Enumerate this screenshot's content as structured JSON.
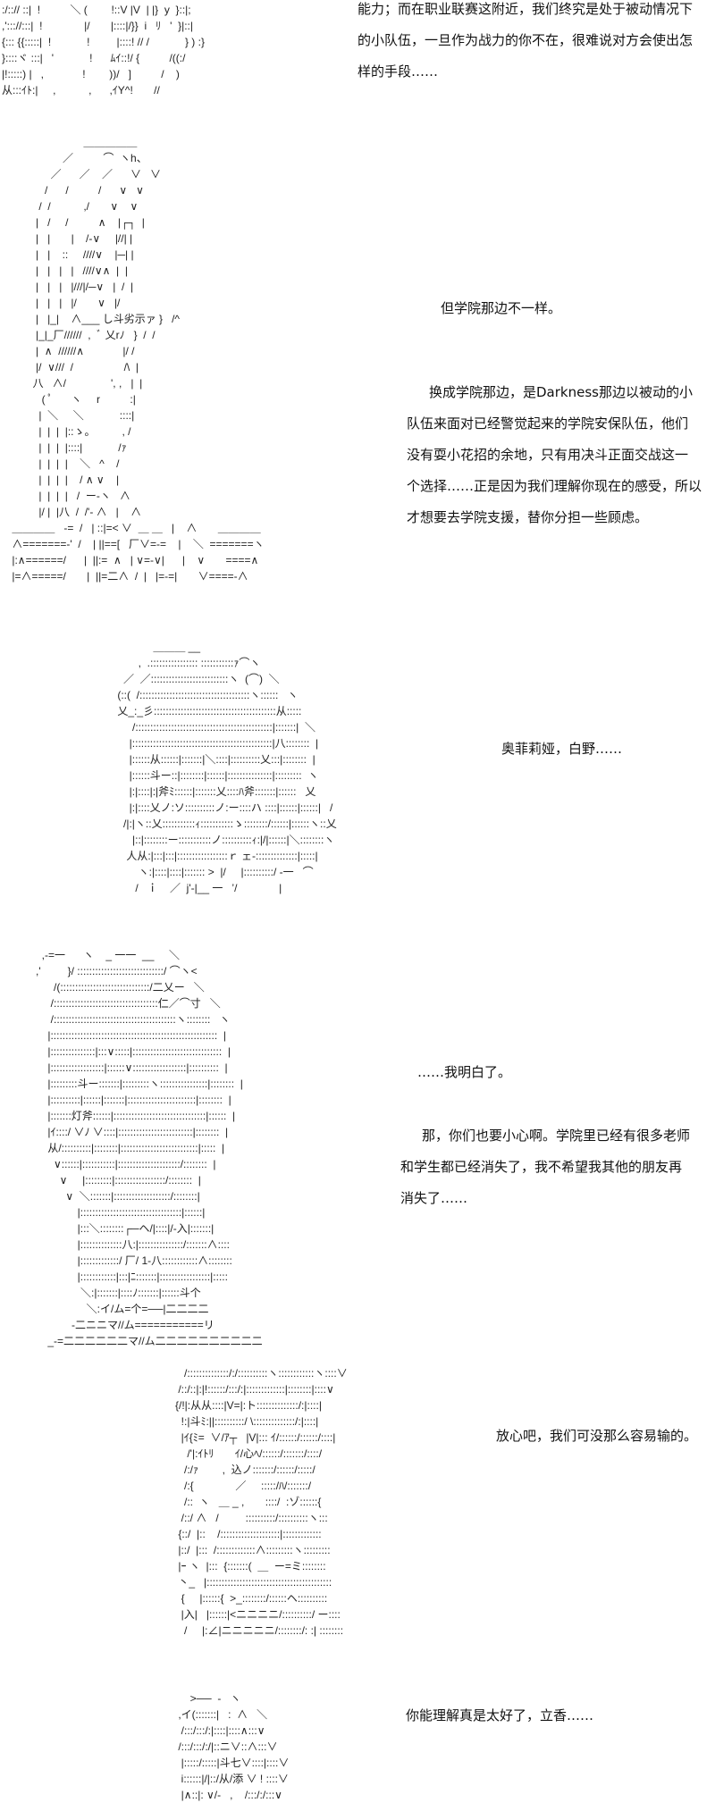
{
  "dialogue": {
    "top": [
      "能力；而在职业联赛这附近，我们终究是处于被动情况下",
      "的小队伍，一旦作为战力的你不在，很难说对方会使出怎",
      "样的手段……"
    ],
    "academy_diff": "但学院那边不一样。",
    "academy_para": [
      "换成学院那边，是Darkness那边以被动的小",
      "队伍来面对已经警觉起来的学院安保队伍，他们",
      "没有耍小花招的余地，只有用决斗正面交战这一",
      "个选择……正是因为我们理解你现在的感受，所以",
      "才想要去学院支援，替你分担一些顾虑。"
    ],
    "names": "奥菲莉娅，白野……",
    "understood": "……我明白了。",
    "careful_para": [
      "那，你们也要小心啊。学院里已经有很多老师",
      "和学生都已经消失了，我不希望我其他的朋友再",
      "消失了……"
    ],
    "reassure": "放心吧，我们可没那么容易输的。",
    "glad": "你能理解真是太好了，立香……"
  },
  "art": {
    "block0": [
      ":/::// ::|  !          ＼ (        !::V |V  | |}  y  }::|;",
      ",'::://:::|  !              |/       |::::|/}}  i   ﾘ   '  }|::|",
      "{::: {{:::::|  !            !         |::::! // /            } ) :}",
      "}::::ヾ :::|   '            !      ﾑｲ::!/ {          /((:/",
      "|!:::::) |   ,             !        ))/   ]          /    )",
      "从:::ｲﾄ:|     ,           ,      ,ｲY^!       //"
    ],
    "block1": [
      "                         ＿＿＿＿＿",
      "                  ／          ⌒  ヽh、",
      "              ／      ／    ／      ∨   ∨",
      "            /      /          /      ∨   ∨",
      "          /  /           ,/       ∨    ∨",
      "         |   /     /          ∧    |┌┐  |",
      "         |   |       |    /-∨     |//| |",
      "         |   |    ::     ////∨    |─| |",
      "         |   |   |   |   ////∨∧  |  |",
      "         |   |   |   |///|/─∨   |  /  |",
      "         |   |   |   |/       ∨   |/",
      "         |   |_|    ∧___ し斗劣示ァ }   /^",
      "         |_|_厂//////  ,  ﾞ 乂rﾉ   }  /  /",
      "         |  ∧  //////∧             |/ /",
      "         |/  ∨///  /                 /\\  |",
      "        八   ∧/               ', ,   |  |",
      "           ( ﾟ      ヽ     r          :|",
      "          |  ＼     ＼            ::::|",
      "          |  |  |  |::ゝ。         , /",
      "          |  |  |  |::::|            /ｧ",
      "          |  |  |  |    ＼   ^    /",
      "          |  |  |  |    / ∧ ∨    |",
      "          |  |  |  |   /  ー-ヽ   ∧",
      "          |/ |  |八  /  /'- ∧   |    ∧",
      " ＿＿＿＿   -=  /   | ::|=< ∨  ＿ ＿   |    ∧       ＿＿＿＿",
      " ∧=======-'  /    | ||==[   厂∨=-=    |    ＼  =======ヽ",
      " |:∧======/      |  ||:=  ∧   | ∨=-∨|      |    ∨       ====∧",
      " |=∧=====/       |  ||=二∧  /  |   |=-=|       ∨====-∧"
    ],
    "block2": [
      "             ＿＿＿ __ ",
      "        ,  .:::::::::::::::: :::::::::::ｧ⌒ヽ",
      "   ／  ／::::::::::::::::::::::::::ヽ  (⌒)  ＼",
      " (::(  /:::::::::::::::::::::::::::::::::::::ヽ::::::   ヽ",
      " 乂_:_彡:::::::::::::::::::::::::::::::::::::::::从:::::",
      "      /::::::::::::::::::::::::::::::::::::::::::::::|:::::::|  ＼",
      "     |:::::::::::::::::::::::::::::::::::::::::::::::|八::::::::  |",
      "     |::::::从::::::|:::::::|＼::::|::::::::::乂:::|::::::::  |",
      "     |::::::斗ー::|::::::::|::::::|:::::::::::::::|:::::::::  ヽ",
      "     |:|::::|:|斧ﾐ::::::|:::::::乂::::ﾊ斧:::::::|::::::   乂",
      "     |:|::::乂ノ:ソ::::::::::ノ:ー::::ハ ::::|::::::|::::::|   /",
      "   /|:|ヽ::乂:::::::::::ｨ:::::::::::ゝ::::::::/::::::|::::::ヽ::乂",
      "      |::|::::::::ー:::::::::::ノ::::::::::ｨ:|/|::::::|＼::::::::ヽ",
      "    人从:|:::|:::|:::::::::::::::::ｒ ェ-::::::::::::::|:::::|",
      "        ヽ:|::::|::::|::::::: >  |/     |::::::::::/ -一   ⌒",
      "       /   ｉ    ／  j'-|__ 一   ’/              |"
    ],
    "block3": [
      "        ,-=一      ヽ    _ 一一  __     ＼",
      "      ,'         }/ :::::::::::::::::::::::::::::/ ⌒ヽ<",
      "            /(::::::::::::::::::::::::::::::/二乂ー   ＼",
      "           /:::::::::::::::::::::::::::::::::::仁／⌒寸   ＼",
      "           /:::::::::::::::::::::::::::::::::::::::::ヽ::::::::   ヽ",
      "          |::::::::::::::::::::::::::::::::::::::::::::::::::::::::  |",
      "          |:::::::::::::::|:::∨:::::|::::::::::::::::::::::::::::::  |",
      "          |::::::::::::::::::|::::::∨::::::::::::::::::|::::::::::  |",
      "          |:::::::::斗ー:::::::|:::::::::ヽ::::::::::::::::|::::::::  |",
      "          |::::::::::|::::::|:::::::|:::::::::::::::::::::::|::::::::  |",
      "          |:::::::灯斧::::::|:::::::::::::::::::::::::::::::|::::::  |",
      "          |ｲ::::/ ∨ﾉ ∨::::|:::::::::::::::::::::::::|::::::::  |",
      "          从/::::::::::|::::::::|::::::::::::::::::::::::::|:::::  |",
      "            ∨::::::|:::::::::::|:::::::::::::::::::::/::::::::  |",
      "              ∨     |:::::::::|:::::::::::::::::/::::::::  |",
      "                ∨  ＼:::::::|:::::::::::::::::::/::::::::|",
      "                    |::::::::::::::::::::::::::::::::::|::::::|",
      "                    |:::＼::::::::┌─ヘ/|::::|/-入|:::::::|",
      "                    |::::::::::::::八:|:::::::::::::::/:::::::∧::::",
      "                    |:::::::::::::/ 厂/ 1-八::::::::::::∧::::::::",
      "                    |::::::::::::|:::|ﾆ:::::::|:::::::::::::::::|:::::",
      "                     ＼:|:::::::|::::ﾉ:::::::|::::::斗个",
      "                       ＼:イ/ム=个=──|二二二二",
      "                  -二ニニマ//ム===========リ",
      "          _-=二二二二二二マ//ム二二二二二二二二二二"
    ],
    "block4": [
      "            /::::::::::::::/:/::::::::::ヽ::::::::::::ヽ::::∨",
      "          /::/::|:|!::::::/:::/:|:::::::::::::|::::::::|::::∨",
      "         {/!|:从从::::|V=|:ト::::::::::::::/:|::::|",
      "           !:|斗ﾐ:||::::::::::/ \\::::::::::::::/:|::::|",
      "           |ｲ{ﾐ=  ∨/ｱ┬   |V|::: ｲ/::::::/::::::/::::|",
      "             /'|:ｲﾄﾘ       ｲ/心ﾍ/::::::/:::::::/::::/",
      "            /:/ｧ        ,  込ノ:::::::/::::::/:::::/",
      "            /:{              ／     :::::/ﾊ/:::::::/",
      "            /::  ヽ   ＿ _ ,       ::::/  :ゾ::::::{",
      "           /::/ ∧   /         ::::::::::/::::::::::ヽ:::",
      "          {::/  |::    /::::::::::::::::::::|:::::::::::::",
      "          |::/  |:::  /:::::::::::::∧:::::::::ヽ:::::::::",
      "          |ｰ ヽ  |:::  {:::::::(  ＿  ー=ミ::::::::",
      "          丶_   |::::::::::::::::::::::::::::::::::::::::::",
      "           {     |::::::{  >_::::::::/::::::ヘ::::::::::",
      "           |入|   |::::::|<ニニニニ/::::::::::/ ー::::",
      "            /     |:∠|ニニニニニ/::::::::/: :| ::::::::"
    ],
    "block5": [
      "              >──  -   ヽ",
      "          ,イ(:::::::|   :  ∧   ＼",
      "           /:::/:::/:|::::|::::∧:::∨",
      "          /:::/:::/:/|::ニ∨::∧:::∨",
      "           |:::::/:::::|斗七∨::::|::::∨",
      "           i::::::|/|::/从/添 ∨ ! ::::∨",
      "           |∧::|: ∨/-   ,    /:::/:/:::∨"
    ]
  }
}
